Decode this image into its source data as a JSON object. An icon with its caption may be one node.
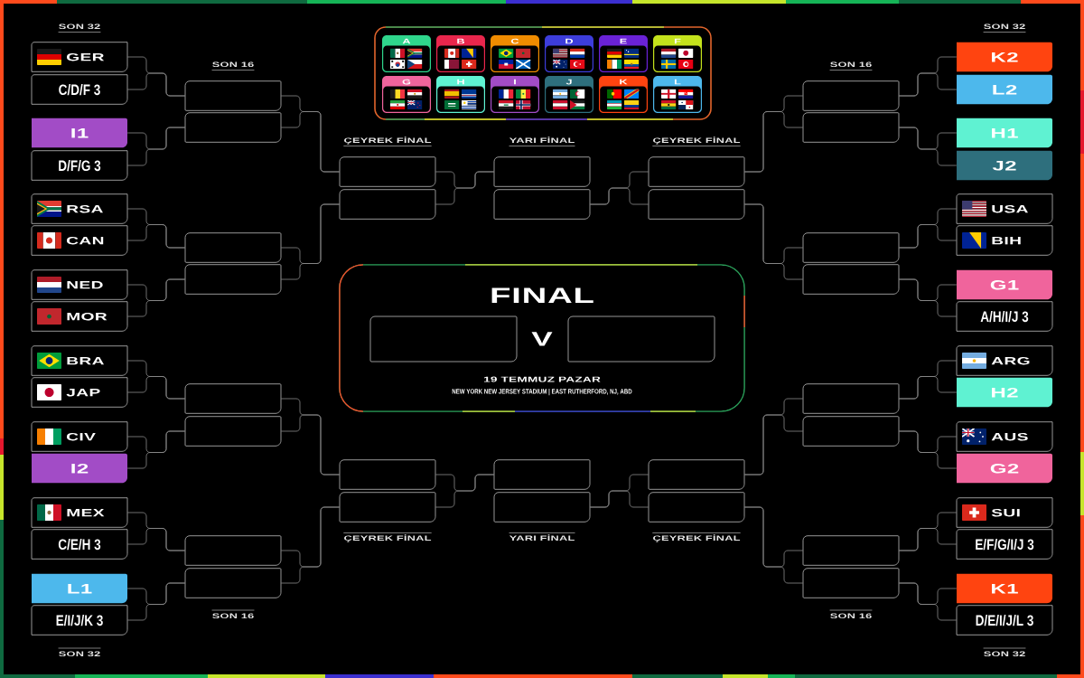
{
  "diagram": {
    "nodes": [
      {
        "text": [],
        "shape": "box"
      },
      {
        "text": [
          "A"
        ],
        "in": 0
      },
      {
        "text": [
          "B"
        ],
        "in": 0
      },
      {
        "text": [
          "C"
        ],
        "in": 0
      },
      {
        "text": [
          "D"
        ],
        "in": 0
      },
      {
        "text": [
          "E"
        ],
        "in": 0
      },
      {
        "text": [
          "F"
        ],
        "in": 0
      },
      {
        "text": [
          "G"
        ],
        "in": 0
      },
      {
        "text": [
          "H"
        ],
        "in": 0
      },
      {
        "text": [
          "I"
        ],
        "in": 0
      },
      {
        "text": [
          "J"
        ],
        "in": 0
      },
      {
        "text": [
          "K"
        ],
        "in": 0
      },
      {
        "text": [
          "L"
        ],
        "in": 0
      },
      {
        "text": [
          "GER"
        ]
      },
      {
        "text": [
          "C/D/F 3"
        ]
      },
      {
        "text": [
          "I1"
        ]
      },
      {
        "text": [
          "D/F/G 3"
        ]
      },
      {
        "text": [
          "RSA"
        ]
      },
      {
        "text": [
          "CAN"
        ]
      },
      {
        "text": [
          "NED"
        ]
      },
      {
        "text": [
          "MOR"
        ]
      },
      {
        "text": [
          "BRA"
        ]
      },
      {
        "text": [
          "JAP"
        ]
      },
      {
        "text": [
          "CIV"
        ]
      },
      {
        "text": [
          "I2"
        ]
      },
      {
        "text": [
          "MEX"
        ]
      },
      {
        "text": [
          "C/E/H 3"
        ]
      },
      {
        "text": [
          "L1"
        ]
      },
      {
        "text": [
          "E/I/J/K 3"
        ]
      },
      {
        "text": [],
        "shape": "box"
      },
      {
        "text": [],
        "shape": "box"
      },
      {
        "text": [],
        "shape": "box"
      },
      {
        "text": [],
        "shape": "box"
      },
      {
        "text": [],
        "shape": "box"
      },
      {
        "text": [],
        "shape": "box"
      },
      {
        "text": [],
        "shape": "box"
      },
      {
        "text": [],
        "shape": "box"
      },
      {
        "text": [],
        "shape": "box"
      },
      {
        "text": [],
        "shape": "box"
      },
      {
        "text": [],
        "shape": "box"
      },
      {
        "text": [],
        "shape": "box"
      },
      {
        "text": [],
        "shape": "box"
      },
      {
        "text": [],
        "shape": "box"
      },
      {
        "text": [],
        "shape": "box"
      },
      {
        "text": [],
        "shape": "box"
      },
      {
        "text": [],
        "shape": "box"
      },
      {
        "text": [],
        "shape": "box"
      },
      {
        "text": [],
        "shape": "box"
      },
      {
        "text": [],
        "shape": "box"
      },
      {
        "text": [],
        "shape": "box"
      },
      {
        "text": [],
        "shape": "box"
      },
      {
        "text": [],
        "shape": "box"
      },
      {
        "text": [],
        "shape": "box"
      },
      {
        "text": [],
        "shape": "box"
      },
      {
        "text": [],
        "shape": "box"
      },
      {
        "text": [],
        "shape": "box"
      },
      {
        "text": [],
        "shape": "box"
      },
      {
        "text": [
          "K2"
        ]
      },
      {
        "text": [
          "L2"
        ]
      },
      {
        "text": [
          "H1"
        ]
      },
      {
        "text": [
          "J2"
        ]
      },
      {
        "text": [
          "USA"
        ]
      },
      {
        "text": [
          "BIH"
        ]
      },
      {
        "text": [
          "G1"
        ]
      },
      {
        "text": [
          "A/H/I/J 3"
        ]
      },
      {
        "text": [
          "ARG"
        ]
      },
      {
        "text": [
          "H2"
        ]
      },
      {
        "text": [
          "AUS"
        ]
      },
      {
        "text": [
          "G2"
        ]
      },
      {
        "text": [
          "SUI"
        ]
      },
      {
        "text": [
          "E/F/G/I/J 3"
        ]
      },
      {
        "text": [
          "K1"
        ]
      },
      {
        "text": [
          "D/E/I/J/L 3"
        ]
      },
      {
        "text": [
          "FINAL",
          "V",
          "19 TEMMUZ PAZAR",
          "NEW YORK NEW JERSEY STADIUM | EAST RUTHERFORD, NJ, ABD"
        ]
      },
      {
        "text": [],
        "shape": "box",
        "in": 73
      },
      {
        "text": [],
        "shape": "box",
        "in": 73
      }
    ],
    "edges": [
      {
        "from": 13,
        "to": 29,
        "arrow": "none"
      },
      {
        "from": 14,
        "to": 29,
        "arrow": "none"
      },
      {
        "from": 15,
        "to": 30,
        "arrow": "none"
      },
      {
        "from": 16,
        "to": 30,
        "arrow": "none"
      },
      {
        "from": 17,
        "to": 31,
        "arrow": "none"
      },
      {
        "from": 18,
        "to": 31,
        "arrow": "none"
      },
      {
        "from": 19,
        "to": 32,
        "arrow": "none"
      },
      {
        "from": 20,
        "to": 32,
        "arrow": "none"
      },
      {
        "from": 21,
        "to": 33,
        "arrow": "none"
      },
      {
        "from": 22,
        "to": 33,
        "arrow": "none"
      },
      {
        "from": 23,
        "to": 34,
        "arrow": "none"
      },
      {
        "from": 24,
        "to": 34,
        "arrow": "none"
      },
      {
        "from": 25,
        "to": 35,
        "arrow": "none"
      },
      {
        "from": 26,
        "to": 35,
        "arrow": "none"
      },
      {
        "from": 27,
        "to": 36,
        "arrow": "none"
      },
      {
        "from": 28,
        "to": 36,
        "arrow": "none"
      },
      {
        "from": 29,
        "to": 37,
        "arrow": "none"
      },
      {
        "from": 30,
        "to": 37,
        "arrow": "none"
      },
      {
        "from": 31,
        "to": 38,
        "arrow": "none"
      },
      {
        "from": 32,
        "to": 38,
        "arrow": "none"
      },
      {
        "from": 33,
        "to": 39,
        "arrow": "none"
      },
      {
        "from": 34,
        "to": 39,
        "arrow": "none"
      },
      {
        "from": 35,
        "to": 40,
        "arrow": "none"
      },
      {
        "from": 36,
        "to": 40,
        "arrow": "none"
      },
      {
        "from": 37,
        "to": 41,
        "arrow": "none"
      },
      {
        "from": 38,
        "to": 41,
        "arrow": "none"
      },
      {
        "from": 39,
        "to": 43,
        "arrow": "none"
      },
      {
        "from": 40,
        "to": 43,
        "arrow": "none"
      },
      {
        "from": 45,
        "to": 42,
        "arrow": "none"
      },
      {
        "from": 46,
        "to": 42,
        "arrow": "none"
      },
      {
        "from": 47,
        "to": 44,
        "arrow": "none"
      },
      {
        "from": 48,
        "to": 44,
        "arrow": "none"
      },
      {
        "from": 49,
        "to": 45,
        "arrow": "none"
      },
      {
        "from": 50,
        "to": 45,
        "arrow": "none"
      },
      {
        "from": 51,
        "to": 46,
        "arrow": "none"
      },
      {
        "from": 52,
        "to": 46,
        "arrow": "none"
      },
      {
        "from": 53,
        "to": 47,
        "arrow": "none"
      },
      {
        "from": 54,
        "to": 47,
        "arrow": "none"
      },
      {
        "from": 55,
        "to": 48,
        "arrow": "none"
      },
      {
        "from": 56,
        "to": 48,
        "arrow": "none"
      },
      {
        "from": 57,
        "to": 49,
        "arrow": "none"
      },
      {
        "from": 58,
        "to": 49,
        "arrow": "none"
      },
      {
        "from": 59,
        "to": 50,
        "arrow": "none"
      },
      {
        "from": 60,
        "to": 50,
        "arrow": "none"
      },
      {
        "from": 61,
        "to": 51,
        "arrow": "none"
      },
      {
        "from": 62,
        "to": 51,
        "arrow": "none"
      },
      {
        "from": 63,
        "to": 52,
        "arrow": "none"
      },
      {
        "from": 64,
        "to": 52,
        "arrow": "none"
      },
      {
        "from": 65,
        "to": 53,
        "arrow": "none"
      },
      {
        "from": 66,
        "to": 53,
        "arrow": "none"
      },
      {
        "from": 67,
        "to": 54,
        "arrow": "none"
      },
      {
        "from": 68,
        "to": 54,
        "arrow": "none"
      },
      {
        "from": 69,
        "to": 55,
        "arrow": "none"
      },
      {
        "from": 70,
        "to": 55,
        "arrow": "none"
      },
      {
        "from": 71,
        "to": 56,
        "arrow": "none"
      },
      {
        "from": 72,
        "to": 56,
        "arrow": "none"
      }
    ],
    "labels": [
      "SON 32",
      "SON 32",
      "SON 16",
      "SON 16",
      "ÇEYREK FİNAL",
      "YARI FİNAL",
      "ÇEYREK FİNAL",
      "ÇEYREK FİNAL",
      "YARI FİNAL",
      "ÇEYREK FİNAL",
      "SON 16",
      "SON 16",
      "SON 32",
      "SON 32"
    ]
  }
}
